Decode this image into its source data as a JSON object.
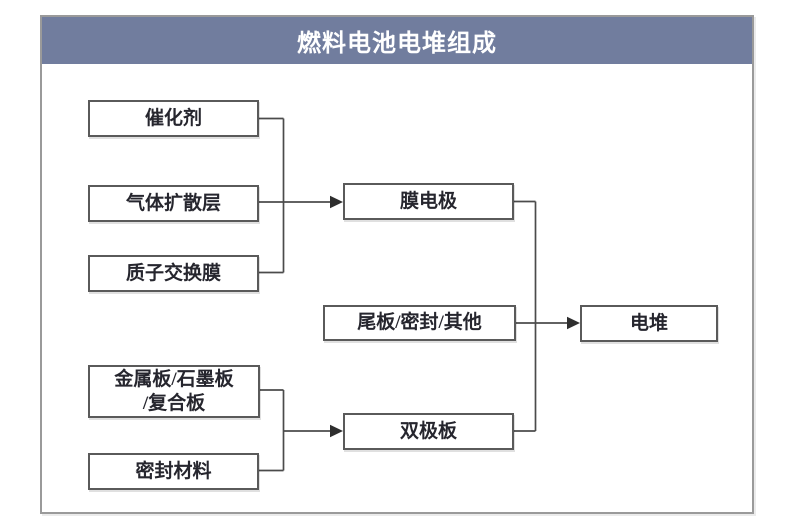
{
  "header": {
    "title": "燃料电池电堆组成",
    "background_color": "#717d9e",
    "text_color": "#ffffff"
  },
  "diagram": {
    "line_color": "#4b4b4b",
    "box_border_color": "#5a5a5a",
    "nodes": [
      {
        "id": "catalyst",
        "label": "催化剂"
      },
      {
        "id": "gas-diffusion-layer",
        "label": "气体扩散层"
      },
      {
        "id": "proton-exchange-membrane",
        "label": "质子交换膜"
      },
      {
        "id": "membrane-electrode",
        "label": "膜电极"
      },
      {
        "id": "endplate-seal-other",
        "label": "尾板/密封/其他"
      },
      {
        "id": "metal-graphite-composite-plate",
        "label": "金属板/石墨板\n/复合板"
      },
      {
        "id": "sealing-material",
        "label": "密封材料"
      },
      {
        "id": "bipolar-plate",
        "label": "双极板"
      },
      {
        "id": "stack",
        "label": "电堆"
      }
    ],
    "edges": [
      {
        "from": "catalyst",
        "to": "membrane-electrode"
      },
      {
        "from": "gas-diffusion-layer",
        "to": "membrane-electrode"
      },
      {
        "from": "proton-exchange-membrane",
        "to": "membrane-electrode"
      },
      {
        "from": "metal-graphite-composite-plate",
        "to": "bipolar-plate"
      },
      {
        "from": "sealing-material",
        "to": "bipolar-plate"
      },
      {
        "from": "membrane-electrode",
        "to": "stack"
      },
      {
        "from": "bipolar-plate",
        "to": "stack"
      },
      {
        "from": "endplate-seal-other",
        "to": "stack"
      }
    ]
  }
}
